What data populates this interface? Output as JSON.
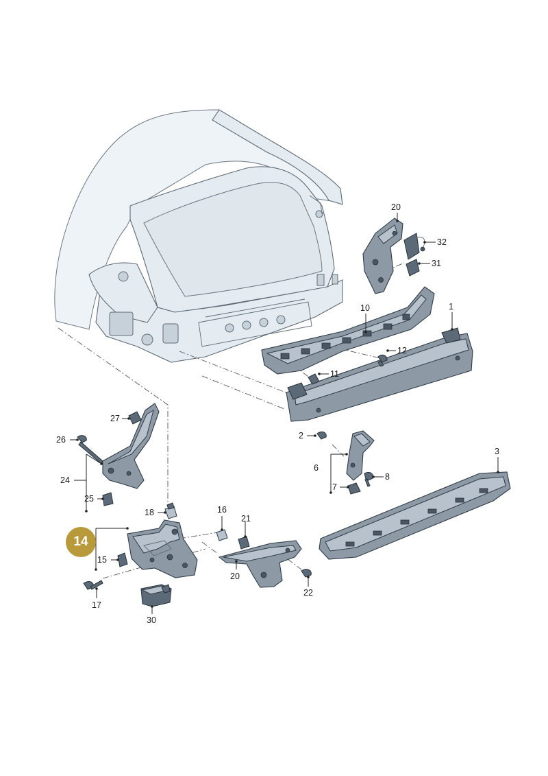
{
  "callouts": {
    "c1": "1",
    "c2": "2",
    "c3": "3",
    "c6": "6",
    "c7": "7",
    "c8": "8",
    "c10": "10",
    "c11": "11",
    "c12": "12",
    "c15": "15",
    "c16": "16",
    "c17": "17",
    "c18": "18",
    "c20a": "20",
    "c20b": "20",
    "c21": "21",
    "c22": "22",
    "c24": "24",
    "c25": "25",
    "c26": "26",
    "c27": "27",
    "c30": "30",
    "c31": "31",
    "c32": "32"
  },
  "highlight": {
    "label": "14",
    "color": "#b89a3a"
  },
  "colors": {
    "part": "#8d9aa6",
    "body": "#e4ebf1",
    "outline": "#2e3a45"
  }
}
